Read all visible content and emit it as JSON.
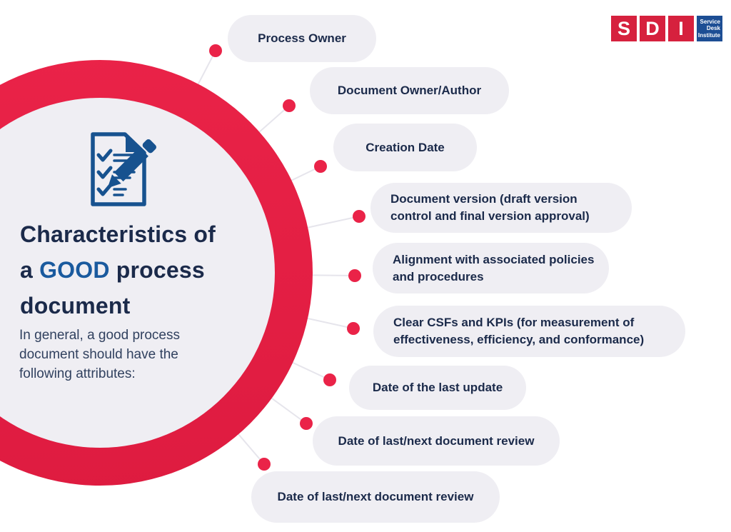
{
  "colors": {
    "accent_red": "#ea2348",
    "pill_bg": "#efeef3",
    "navy": "#1b2a4a",
    "highlight_blue": "#1a5a9e",
    "subtitle": "#31415f",
    "icon_blue": "#17528f",
    "connector": "#e6e5ec",
    "logo_red": "#d6213e",
    "logo_blue": "#1d4e94"
  },
  "logo": {
    "letters": [
      "S",
      "D",
      "I"
    ],
    "tagline": [
      "Service",
      "Desk",
      "Institute"
    ]
  },
  "intro": {
    "icon": "document-checklist-icon",
    "title_line1": "Characteristics of",
    "title_line2_pre": "a ",
    "title_line2_highlight": "GOOD",
    "title_line2_post": " process",
    "title_line3": "document",
    "subtitle_lines": [
      "In general, a good process",
      "document should have the",
      "following attributes:"
    ]
  },
  "attributes": [
    {
      "lines": [
        "Process Owner"
      ]
    },
    {
      "lines": [
        "Document Owner/Author"
      ]
    },
    {
      "lines": [
        "Creation Date"
      ]
    },
    {
      "lines": [
        "Document version (draft version",
        "control and final version approval)"
      ]
    },
    {
      "lines": [
        "Alignment with associated policies",
        "and procedures"
      ]
    },
    {
      "lines": [
        "Clear CSFs and KPIs (for measurement of",
        "effectiveness, efficiency, and conformance)"
      ]
    },
    {
      "lines": [
        "Date of the last update"
      ]
    },
    {
      "lines": [
        "Date of last/next document review"
      ]
    },
    {
      "lines": [
        "Date of last/next document review"
      ]
    }
  ]
}
